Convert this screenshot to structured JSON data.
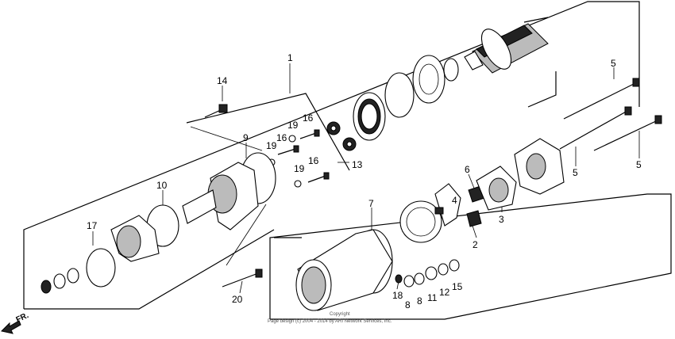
{
  "callouts": {
    "c1": "1",
    "c2": "2",
    "c3": "3",
    "c4": "4",
    "c5a": "5",
    "c5b": "5",
    "c5c": "5",
    "c6": "6",
    "c7": "7",
    "c8a": "8",
    "c8b": "8",
    "c9": "9",
    "c10": "10",
    "c11": "11",
    "c12": "12",
    "c13": "13",
    "c14": "14",
    "c15": "15",
    "c16a": "16",
    "c16b": "16",
    "c16c": "16",
    "c17": "17",
    "c18": "18",
    "c19a": "19",
    "c19b": "19",
    "c19c": "19",
    "c20": "20"
  },
  "fr_label": "FR.",
  "footer": {
    "line1": "Copyright",
    "line2": "Page design (c) 2004 - 2014 by ARI Network Services, Inc."
  }
}
